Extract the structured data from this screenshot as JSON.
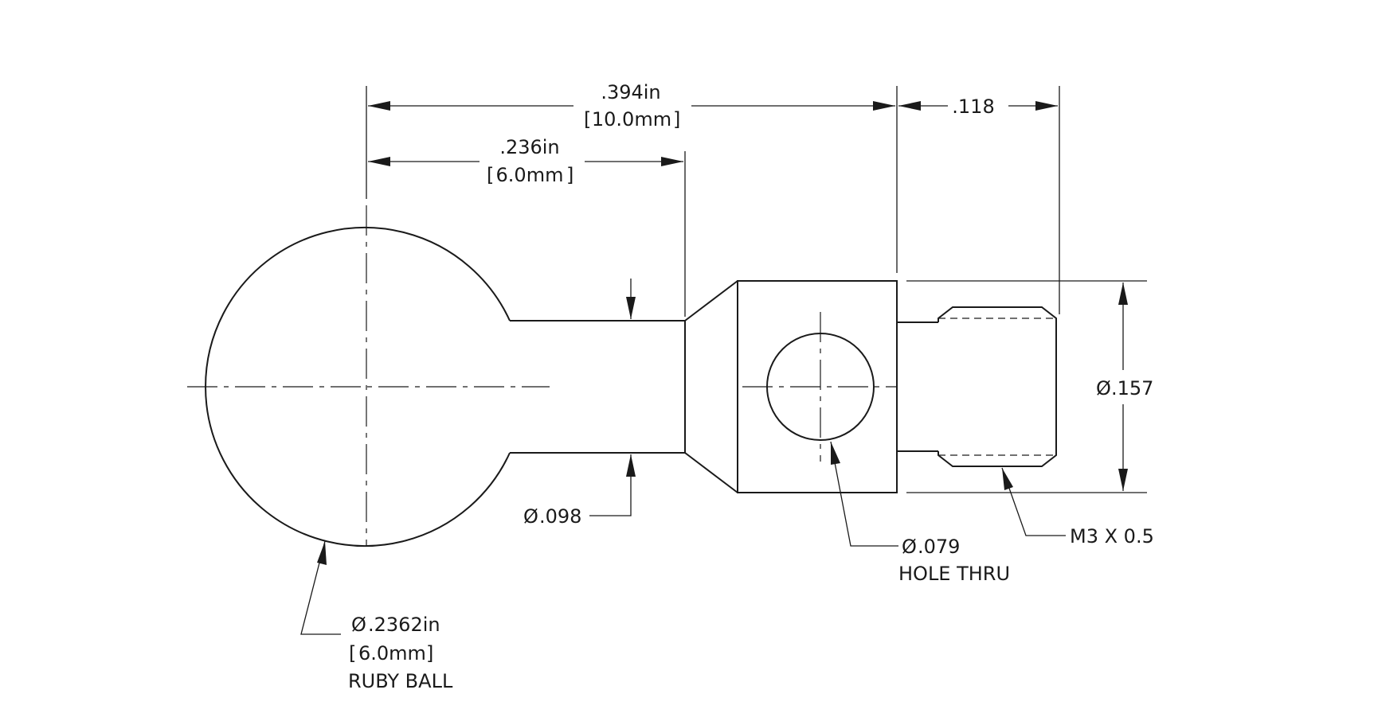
{
  "dimensions": {
    "overall": {
      "imperial": ".394in",
      "metric": "10.0mm"
    },
    "neck_length": {
      "imperial": ".236in",
      "metric": "6.0mm"
    },
    "thread_length": {
      "value": ".118"
    },
    "body_diameter": {
      "value": ".157"
    },
    "neck_diameter": {
      "value": ".098"
    },
    "hole": {
      "value": ".079",
      "note": "HOLE THRU"
    },
    "thread": {
      "value": "M3 X 0.5"
    },
    "ball": {
      "imperial": ".2362in",
      "metric": "6.0mm",
      "note": "RUBY BALL"
    }
  },
  "symbols": {
    "diameter": "Ø",
    "bracket_open": "[",
    "bracket_close": "]"
  }
}
